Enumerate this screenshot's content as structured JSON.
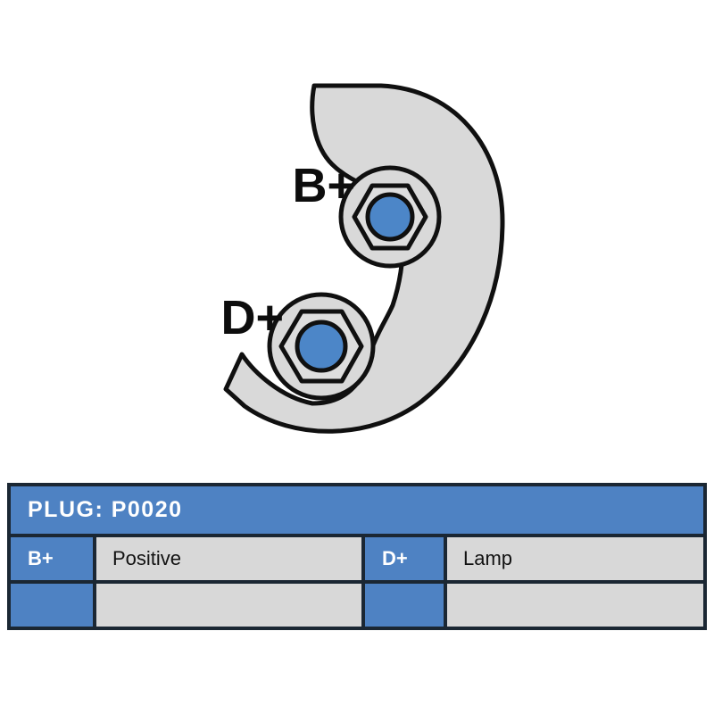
{
  "diagram": {
    "terminal_b": {
      "label": "B+"
    },
    "terminal_d": {
      "label": "D+"
    }
  },
  "table": {
    "title": "PLUG: P0020",
    "rows": [
      {
        "cells": [
          {
            "text": "B+"
          },
          {
            "text": "Positive"
          },
          {
            "text": "D+"
          },
          {
            "text": "Lamp"
          }
        ]
      },
      {
        "cells": [
          {
            "text": ""
          },
          {
            "text": ""
          },
          {
            "text": ""
          },
          {
            "text": ""
          }
        ]
      }
    ]
  },
  "colors": {
    "accent_blue": "#4e82c3",
    "terminal_blue": "#4c86c8",
    "body_gray": "#d9d9d9",
    "hex_gray": "#dedede",
    "cell_gray": "#d8d8d8",
    "table_border": "#1b2733",
    "outline": "#101010",
    "header_text": "#ffffff"
  }
}
